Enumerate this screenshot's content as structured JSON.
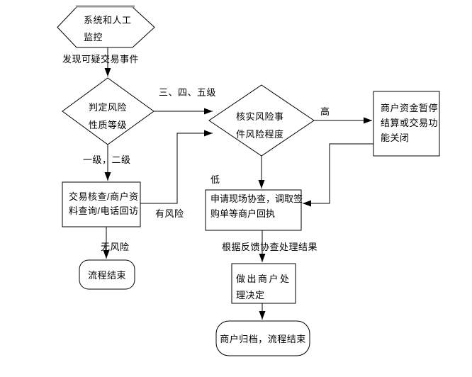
{
  "colors": {
    "background": "#ffffff",
    "stroke": "#000000",
    "text": "#000000",
    "hexagon_top_accent": "#9a9a9a"
  },
  "nodes": {
    "monitor": {
      "shape": "hexagon",
      "lines": [
        "系统和人工",
        "监控"
      ]
    },
    "judge_risk_level": {
      "shape": "diamond",
      "lines": [
        "判定风险",
        "性质等级"
      ]
    },
    "verify_risk_degree": {
      "shape": "diamond",
      "lines": [
        "核实风险事",
        "件风险程度"
      ]
    },
    "suspend_settlement": {
      "shape": "process",
      "lines": [
        "商户资金暂停",
        "结算或交易功",
        "能关闭"
      ]
    },
    "transaction_check": {
      "shape": "process",
      "lines": [
        "交易核查/商户资",
        "料查询/电话回访"
      ]
    },
    "onsite_investigation": {
      "shape": "process",
      "lines": [
        "申请现场协查，调取签",
        "购单等商户回执"
      ]
    },
    "merchant_decision": {
      "shape": "process",
      "lines": [
        "做出商户处",
        "理决定"
      ]
    },
    "end_left": {
      "shape": "terminator",
      "label": "流程结束"
    },
    "end_bottom": {
      "shape": "terminator",
      "label": "商户归档，流程结束"
    }
  },
  "edges": [
    {
      "from": "monitor",
      "to": "judge_risk_level",
      "label": "发现可疑交易事件"
    },
    {
      "from": "judge_risk_level",
      "to": "verify_risk_degree",
      "label": "三、四、五级"
    },
    {
      "from": "judge_risk_level",
      "to": "transaction_check",
      "label": "一级，二级"
    },
    {
      "from": "transaction_check",
      "to": "verify_risk_degree",
      "label": "有风险"
    },
    {
      "from": "transaction_check",
      "to": "end_left",
      "label": "无风险"
    },
    {
      "from": "verify_risk_degree",
      "to": "suspend_settlement",
      "label": "高"
    },
    {
      "from": "verify_risk_degree",
      "to": "onsite_investigation",
      "label": "低"
    },
    {
      "from": "suspend_settlement",
      "to": "onsite_investigation",
      "label": ""
    },
    {
      "from": "onsite_investigation",
      "to": "merchant_decision",
      "label": "根据反馈协查处理结果"
    },
    {
      "from": "merchant_decision",
      "to": "end_bottom",
      "label": ""
    }
  ]
}
